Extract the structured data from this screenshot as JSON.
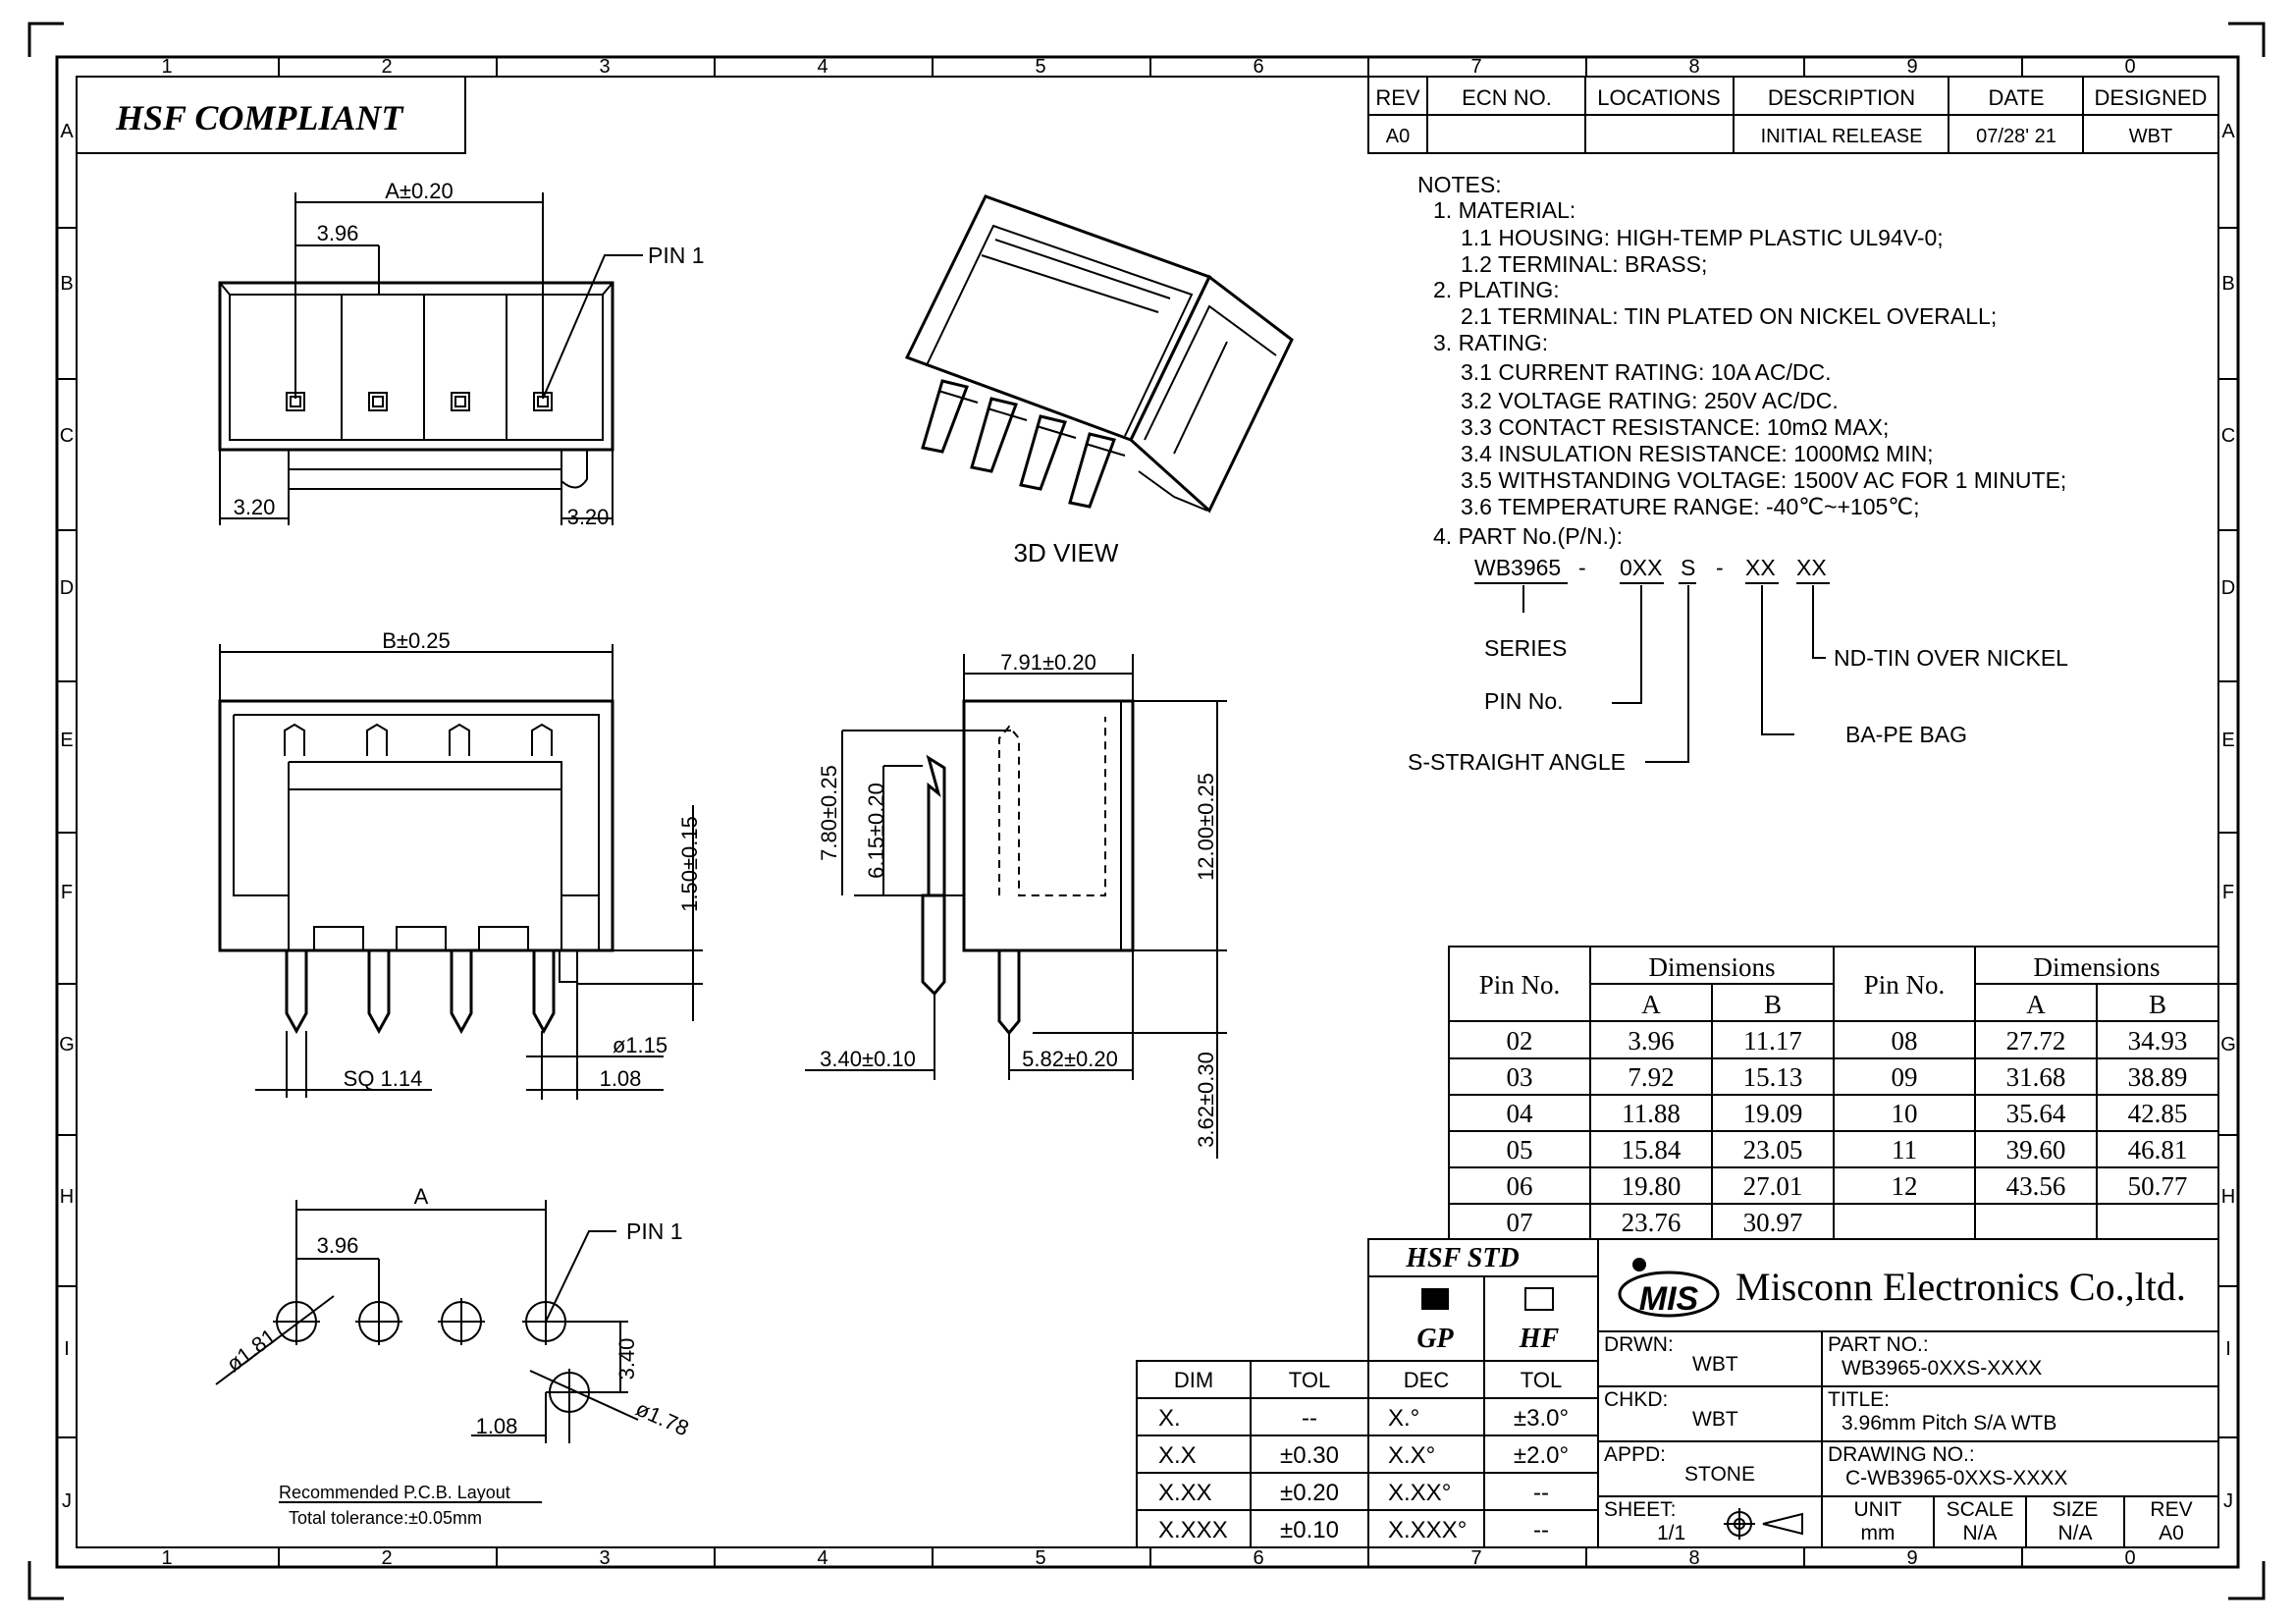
{
  "border": {
    "columns": [
      "1",
      "2",
      "3",
      "4",
      "5",
      "6",
      "7",
      "8",
      "9",
      "0"
    ],
    "rows": [
      "A",
      "B",
      "C",
      "D",
      "E",
      "F",
      "G",
      "H",
      "I",
      "J"
    ]
  },
  "banner": "HSF  COMPLIANT",
  "revision": {
    "headers": [
      "REV",
      "ECN NO.",
      "LOCATIONS",
      "DESCRIPTION",
      "DATE",
      "DESIGNED"
    ],
    "row": [
      "A0",
      "",
      "",
      "INITIAL RELEASE",
      "07/28' 21",
      "WBT"
    ]
  },
  "notes": [
    "NOTES:",
    "1.  MATERIAL:",
    "1.1  HOUSING:  HIGH-TEMP  PLASTIC  UL94V-0;",
    "1.2  TERMINAL:  BRASS;",
    "2.  PLATING:",
    "2.1  TERMINAL: TIN  PLATED  ON  NICKEL  OVERALL;",
    "3.  RATING:",
    "3.1  CURRENT  RATING:  10A  AC/DC.",
    "3.2  VOLTAGE  RATING:  250V  AC/DC.",
    "3.3  CONTACT  RESISTANCE:  10mΩ  MAX;",
    "3.4  INSULATION  RESISTANCE:  1000MΩ  MIN;",
    "3.5  WITHSTANDING  VOLTAGE:  1500V  AC  FOR  1  MINUTE;",
    "3.6  TEMPERATURE  RANGE:  -40℃~+105℃;",
    "4.  PART  No.(P/N.):"
  ],
  "pn": {
    "code": [
      "WB3965",
      "-",
      "0XX",
      "S",
      "-",
      "XX",
      "XX"
    ],
    "series": "SERIES",
    "pin": "PIN  No.",
    "angle": "S-STRAIGHT  ANGLE",
    "bag": "BA-PE  BAG",
    "plating": "ND-TIN  OVER  NICKEL"
  },
  "views": {
    "pin1": "PIN  1",
    "view3d": "3D  VIEW",
    "pcb_title": "Recommended  P.C.B.  Layout",
    "pcb_tol": "Total  tolerance:±0.05mm"
  },
  "dims": {
    "top_a": "A±0.20",
    "top_pitch": "3.96",
    "top_left": "3.20",
    "top_right": "3.20",
    "front_b": "B±0.25",
    "front_150": "1.50±0.15",
    "front_sq": "SQ  1.14",
    "front_dia": "ø1.15",
    "front_108": "1.08",
    "side_791": "7.91±0.20",
    "side_780": "7.80±0.25",
    "side_615": "6.15±0.20",
    "side_1200": "12.00±0.25",
    "side_362": "3.62±0.30",
    "side_340": "3.40±0.10",
    "side_582": "5.82±0.20",
    "pcb_a": "A",
    "pcb_pitch": "3.96",
    "pcb_d181": "ø1.81",
    "pcb_d178": "ø1.78",
    "pcb_340": "3.40",
    "pcb_108": "1.08"
  },
  "dim_table": {
    "h_pin": "Pin No.",
    "h_dim": "Dimensions",
    "h_a": "A",
    "h_b": "B",
    "rows": [
      [
        "02",
        "3.96",
        "11.17",
        "08",
        "27.72",
        "34.93"
      ],
      [
        "03",
        "7.92",
        "15.13",
        "09",
        "31.68",
        "38.89"
      ],
      [
        "04",
        "11.88",
        "19.09",
        "10",
        "35.64",
        "42.85"
      ],
      [
        "05",
        "15.84",
        "23.05",
        "11",
        "39.60",
        "46.81"
      ],
      [
        "06",
        "19.80",
        "27.01",
        "12",
        "43.56",
        "50.77"
      ],
      [
        "07",
        "23.76",
        "30.97",
        "",
        "",
        ""
      ]
    ]
  },
  "tol_table": {
    "headers": [
      "DIM",
      "TOL"
    ],
    "rows": [
      [
        "X.",
        "--"
      ],
      [
        "X.X",
        "±0.30"
      ],
      [
        "X.XX",
        "±0.20"
      ],
      [
        "X.XXX",
        "±0.10"
      ]
    ]
  },
  "hsf": {
    "title": "HSF  STD",
    "gp": "GP",
    "hf": "HF",
    "headers": [
      "DEC",
      "TOL"
    ],
    "rows": [
      [
        "X.°",
        "±3.0°"
      ],
      [
        "X.X°",
        "±2.0°"
      ],
      [
        "X.XX°",
        "--"
      ],
      [
        "X.XXX°",
        "--"
      ]
    ]
  },
  "title_block": {
    "logo": "MIS",
    "company": "Misconn Electronics Co.,ltd.",
    "drwn_label": "DRWN:",
    "drwn": "WBT",
    "part_label": "PART  NO.:",
    "part": "WB3965-0XXS-XXXX",
    "chkd_label": "CHKD:",
    "chkd": "WBT",
    "title_label": "TITLE:",
    "title": "3.96mm  Pitch  S/A  WTB",
    "appd_label": "APPD:",
    "appd": "STONE",
    "drawing_label": "DRAWING  NO.:",
    "drawing": "C-WB3965-0XXS-XXXX",
    "sheet_label": "SHEET:",
    "sheet": "1/1",
    "unit_label": "UNIT",
    "unit": "mm",
    "scale_label": "SCALE",
    "scale": "N/A",
    "size_label": "SIZE",
    "size": "N/A",
    "rev_label": "REV",
    "rev": "A0"
  }
}
